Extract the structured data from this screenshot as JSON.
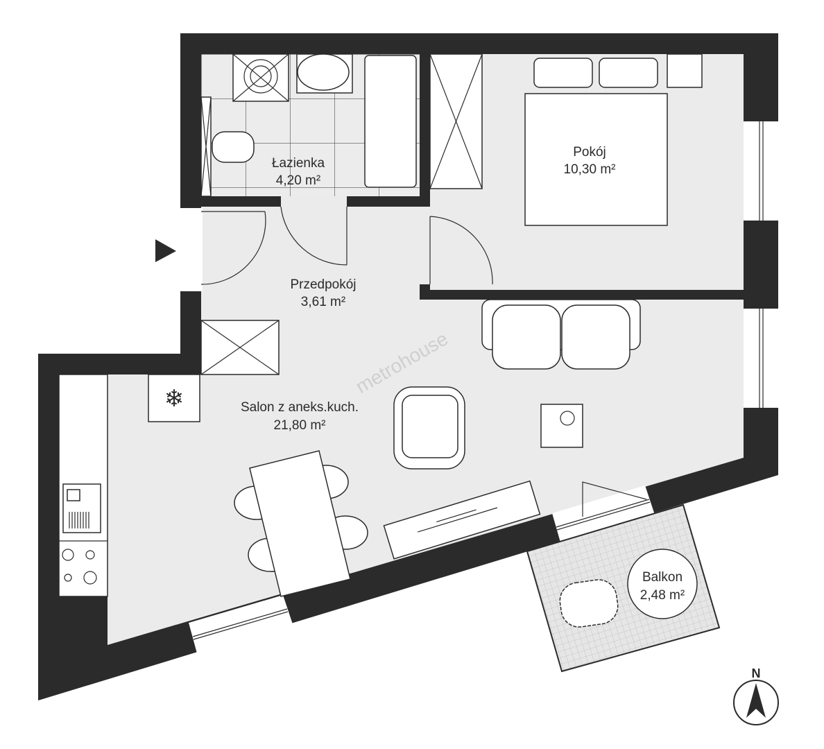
{
  "rooms": [
    {
      "name": "Łazienka",
      "area": "4,20 m²"
    },
    {
      "name": "Pokój",
      "area": "10,30 m²"
    },
    {
      "name": "Przedpokój",
      "area": "3,61 m²"
    },
    {
      "name": "Salon z aneks.kuch.",
      "area": "21,80 m²"
    },
    {
      "name": "Balkon",
      "area": "2,48 m²"
    }
  ],
  "compass": {
    "label": "N"
  },
  "watermark": "metrohouse",
  "colors": {
    "wall": "#2b2b2b",
    "floor": "#ebebeb",
    "furniture": "#ffffff"
  }
}
